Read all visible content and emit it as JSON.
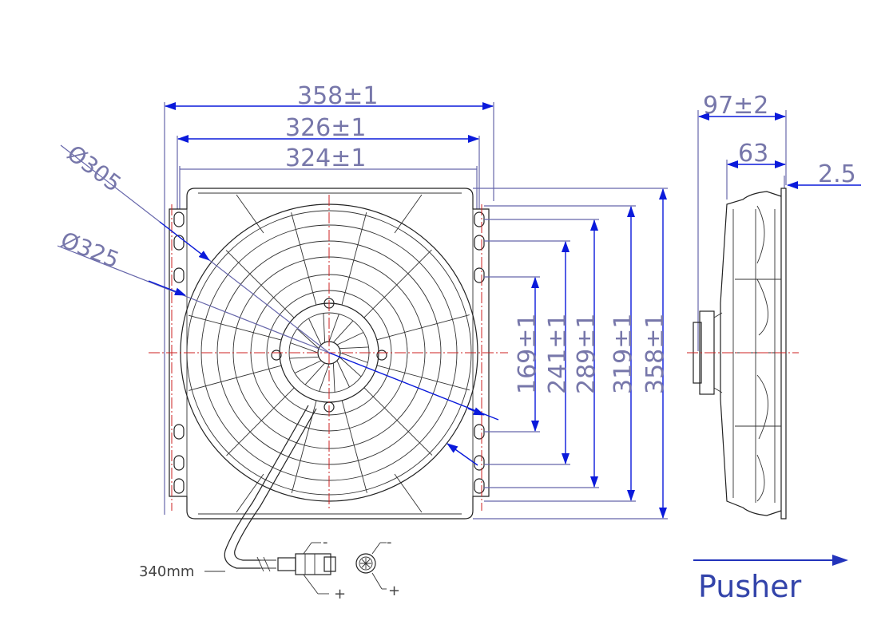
{
  "front_view": {
    "width_outer": "358±1",
    "width_mount": "326±1",
    "width_inner": "324±1",
    "diameter_blade": "Ø305",
    "diameter_shroud": "Ø325",
    "height_1": "169±1",
    "height_2": "241±1",
    "height_3": "289±1",
    "height_4": "319±1",
    "height_5": "358±1",
    "cable_length": "340mm",
    "minus_label_connector": "-",
    "plus_label_connector": "+",
    "minus_label_plug": "-",
    "plus_label_plug": "+"
  },
  "side_view": {
    "depth_total": "97±2",
    "depth_motor": "63",
    "depth_frame": "2.5"
  },
  "direction": {
    "label": "Pusher"
  },
  "colors": {
    "dimension": "#6666aa",
    "arrow_blue": "#0a1adb",
    "centerline": "#cc2222",
    "outline": "#222222",
    "pusher": "#3344aa"
  }
}
